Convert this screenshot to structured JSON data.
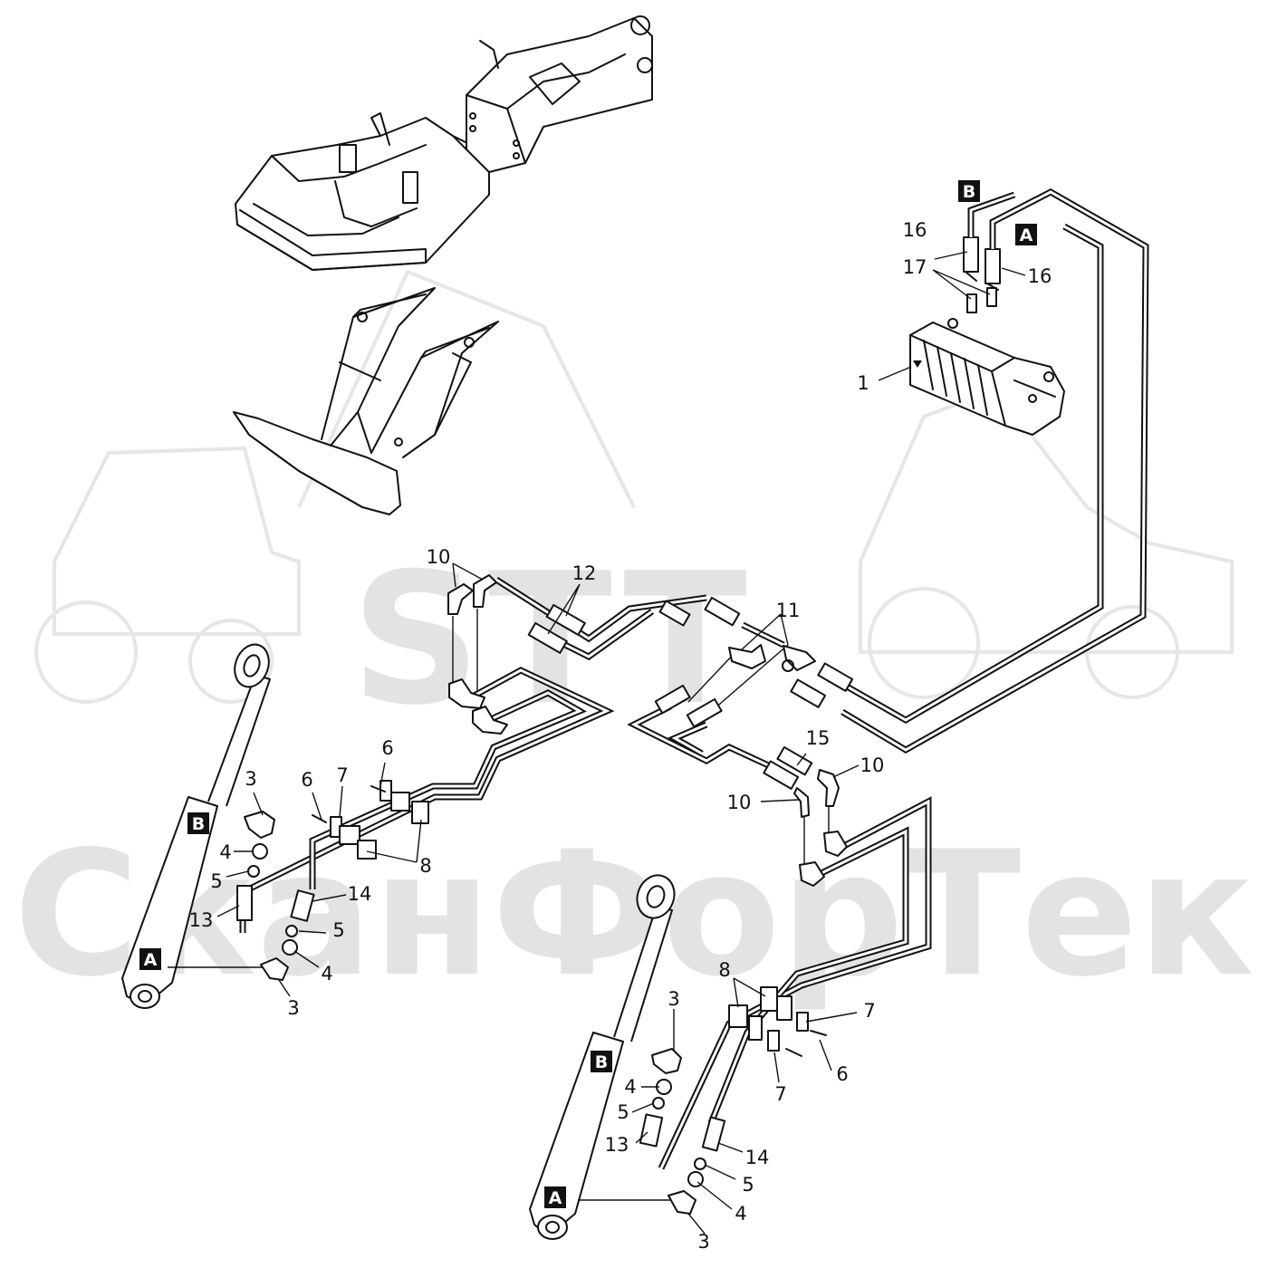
{
  "watermark": {
    "logo": "STT",
    "company": "СканФорТек"
  },
  "colors": {
    "ink": "#111111",
    "watermark": "#e3e3e3",
    "port_label_bg": "#111111",
    "port_label_text": "#ffffff"
  },
  "port_labels": {
    "a": "A",
    "b": "B"
  },
  "callouts": {
    "c1": "1",
    "c3": "3",
    "c4": "4",
    "c5": "5",
    "c6": "6",
    "c7": "7",
    "c8": "8",
    "c10": "10",
    "c11": "11",
    "c12": "12",
    "c13": "13",
    "c14": "14",
    "c15": "15",
    "c16": "16",
    "c17": "17"
  }
}
